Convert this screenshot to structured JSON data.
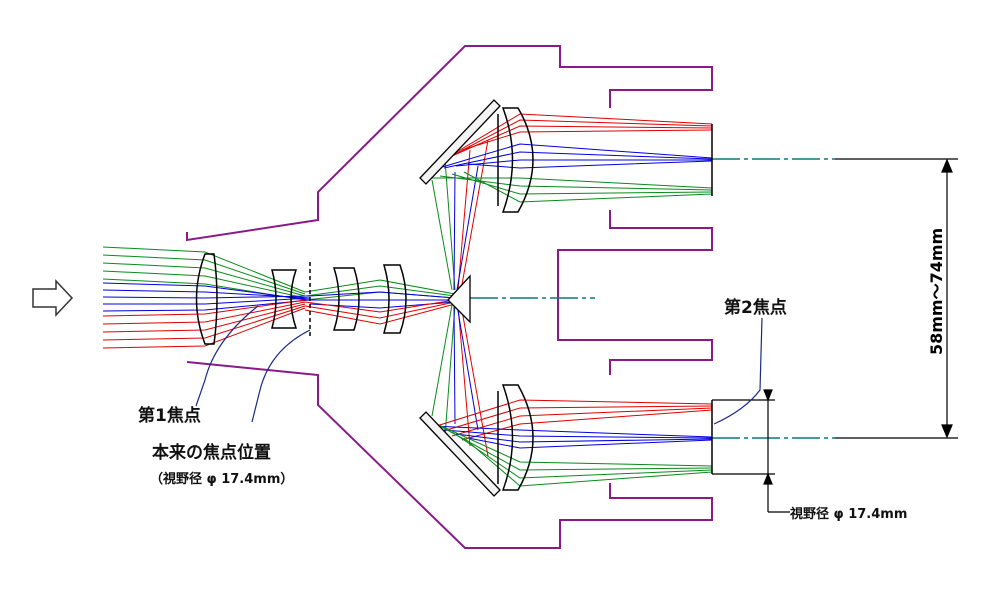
{
  "labels": {
    "focus1": "第1焦点",
    "original_focus": "本来の焦点位置",
    "original_fov": "（視野径 φ 17.4mm）",
    "focus2": "第2焦点",
    "fov2": "視野径 φ 17.4mm",
    "separation": "58mm〜74mm"
  },
  "colors": {
    "housing": "#8a1a8a",
    "ray_red": "#e00000",
    "ray_green": "#0a8a1a",
    "ray_blue": "#0000e0",
    "axis": "#0a7a7a",
    "lens": "#000000"
  },
  "icons": {
    "input_arrow": "right-arrow-outline-icon"
  }
}
